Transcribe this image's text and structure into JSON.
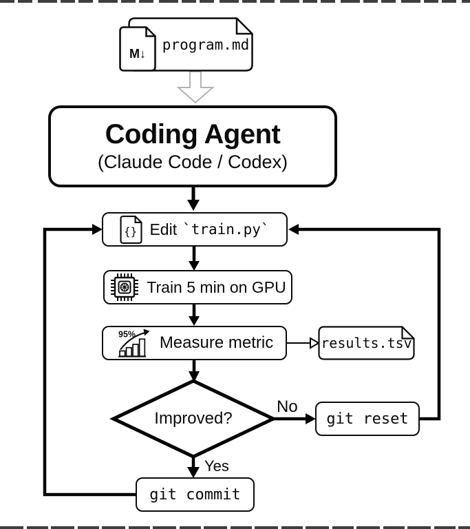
{
  "diagram": {
    "nodes": {
      "program_file": {
        "label": "program.md",
        "icon_text": "M↓"
      },
      "coding_agent": {
        "title": "Coding Agent",
        "subtitle": "(Claude Code / Codex)"
      },
      "edit_step": {
        "label_action": "Edit",
        "label_code": "`train.py`",
        "icon_text": "{}"
      },
      "train_step": {
        "label": "Train 5 min on GPU"
      },
      "measure_step": {
        "label": "Measure metric",
        "icon_text": "95%"
      },
      "results_file": {
        "label": "results.tsv"
      },
      "decision": {
        "label": "Improved?"
      },
      "git_reset": {
        "label": "git reset"
      },
      "git_commit": {
        "label": "git commit"
      }
    },
    "edges": {
      "no_label": "No",
      "yes_label": "Yes"
    },
    "colors": {
      "stroke": "#000000",
      "background": "#ffffff",
      "soft_arrow_outline": "#b3b3b3"
    }
  }
}
